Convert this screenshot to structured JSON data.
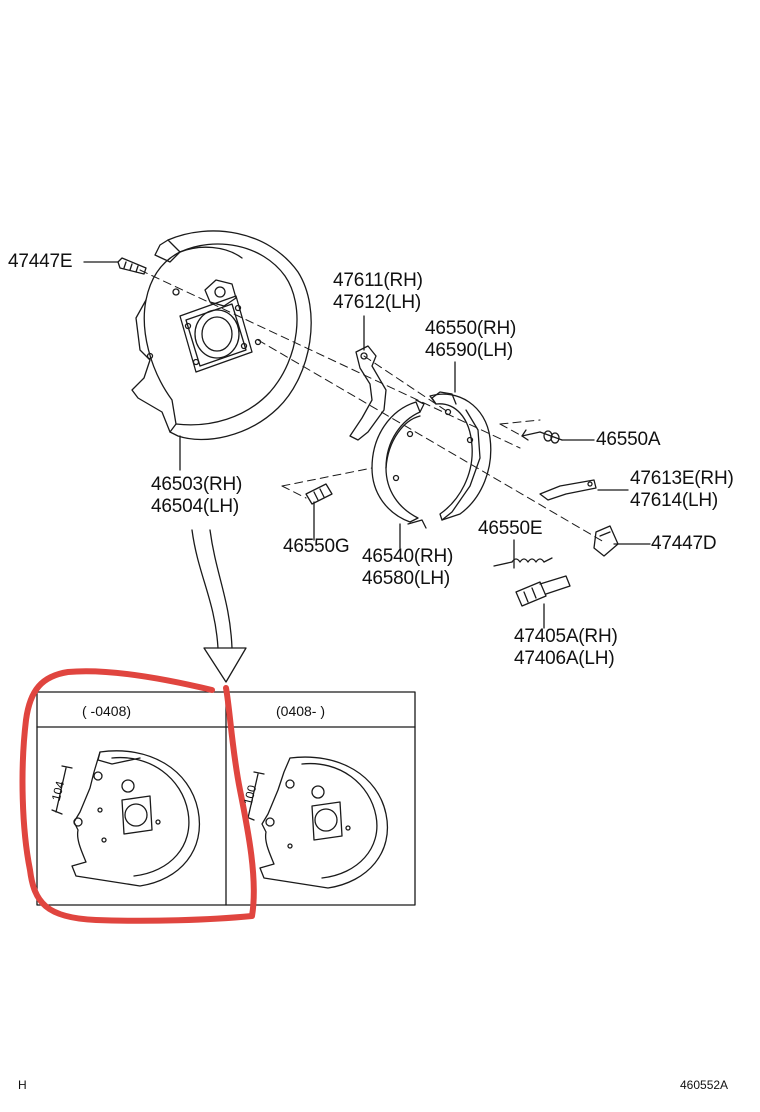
{
  "labels": {
    "p47447E": "47447E",
    "p47611": "47611(RH)",
    "p47612": "47612(LH)",
    "p46550": "46550(RH)",
    "p46590": "46590(LH)",
    "p46550A": "46550A",
    "p47613E": "47613E(RH)",
    "p47614": "47614(LH)",
    "p47447D": "47447D",
    "p46503": "46503(RH)",
    "p46504": "46504(LH)",
    "p46550G": "46550G",
    "p46540": "46540(RH)",
    "p46580": "46580(LH)",
    "p46550E": "46550E",
    "p47405A": "47405A(RH)",
    "p47406A": "47406A(LH)"
  },
  "inset": {
    "left_header": "(       -0408)",
    "right_header": "(0408-        )",
    "left_dimension": "104",
    "right_dimension": "100"
  },
  "footer": {
    "left": "H",
    "right": "460552A"
  },
  "colors": {
    "line": "#1a1a1a",
    "highlight": "#e0453f"
  }
}
